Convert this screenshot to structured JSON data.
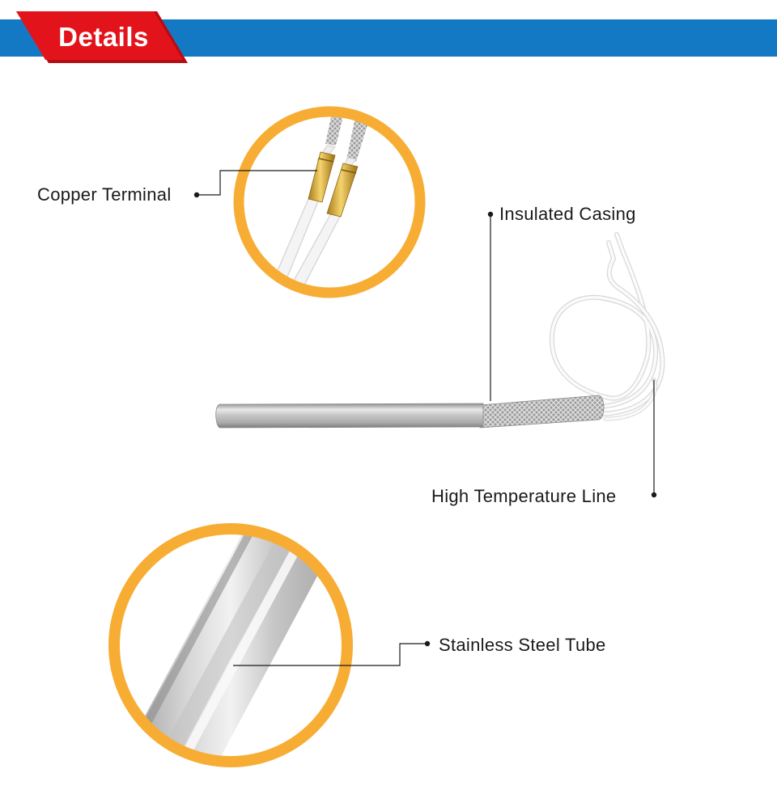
{
  "header": {
    "title": "Details",
    "banner_color": "#1479c4",
    "tag_color": "#e3131b"
  },
  "callouts": {
    "copper_terminal": "Copper Terminal",
    "insulated_casing": "Insulated Casing",
    "high_temperature_line": "High Temperature Line",
    "stainless_steel_tube": "Stainless Steel Tube"
  },
  "accent": {
    "ring_color": "#f7ad34"
  }
}
